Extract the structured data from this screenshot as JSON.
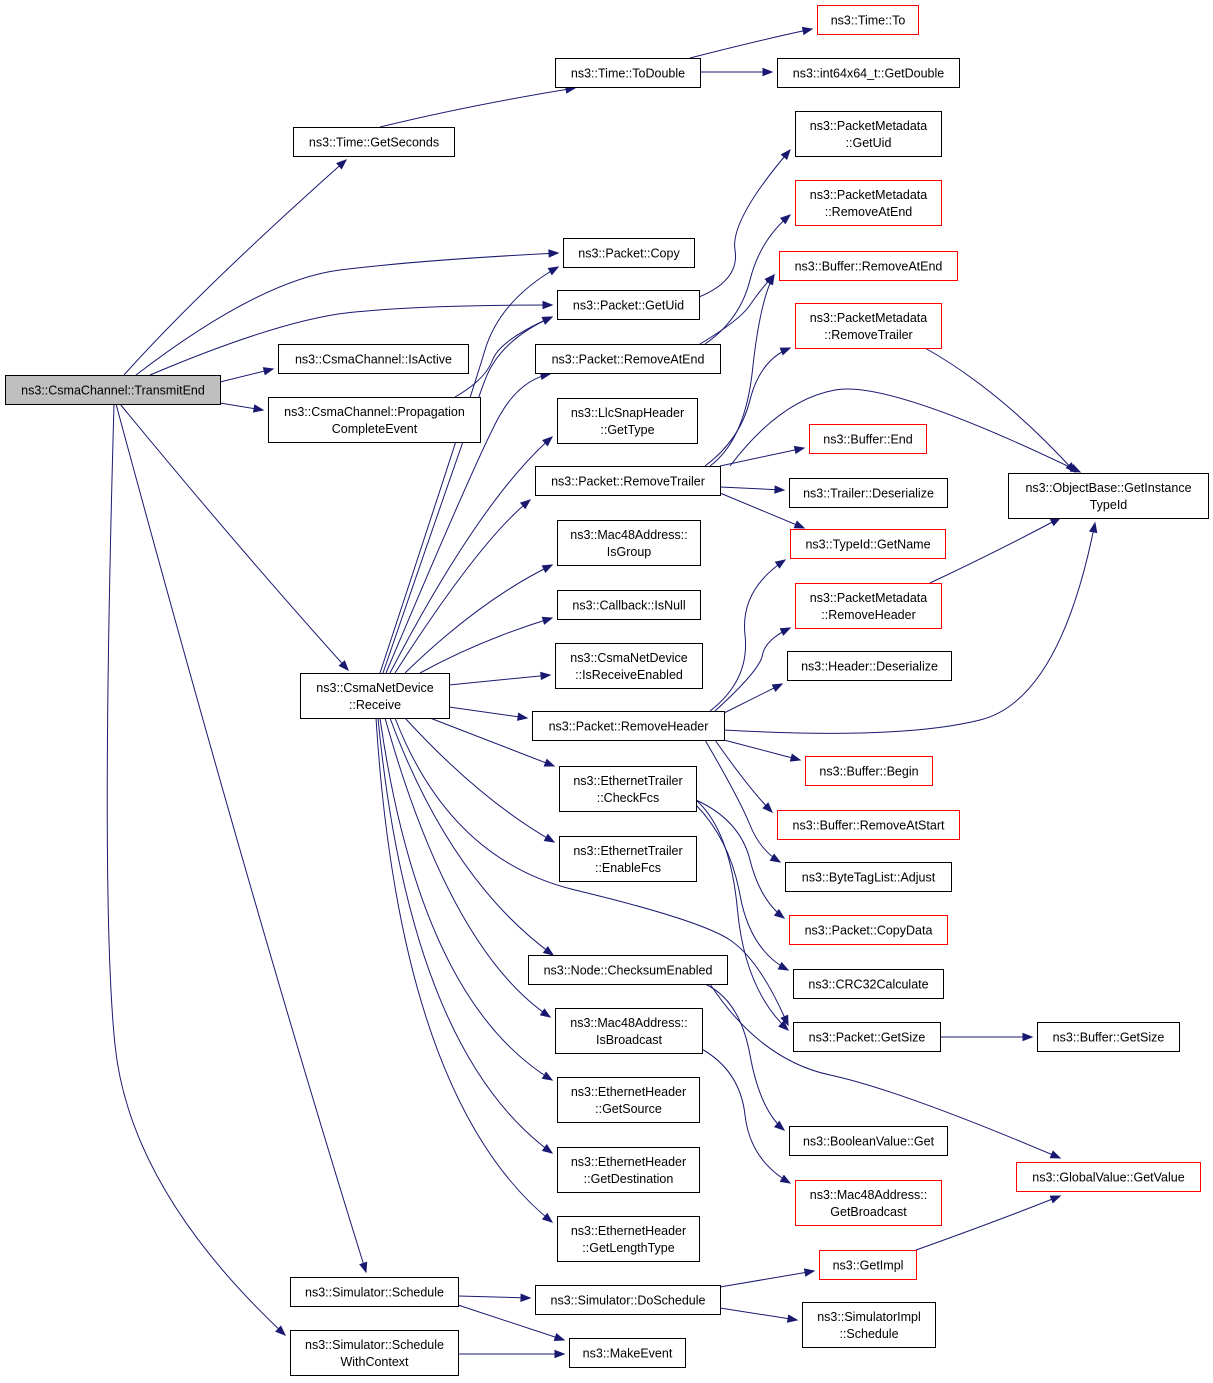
{
  "graph": {
    "nodes": [
      {
        "id": "transmitEnd",
        "lines": [
          "ns3::CsmaChannel::TransmitEnd"
        ],
        "root": true,
        "red": false
      },
      {
        "id": "getSeconds",
        "lines": [
          "ns3::Time::GetSeconds"
        ],
        "red": false
      },
      {
        "id": "toDouble",
        "lines": [
          "ns3::Time::ToDouble"
        ],
        "red": false
      },
      {
        "id": "timeTo",
        "lines": [
          "ns3::Time::To"
        ],
        "red": true
      },
      {
        "id": "int64GetDouble",
        "lines": [
          "ns3::int64x64_t::GetDouble"
        ],
        "red": false
      },
      {
        "id": "packetCopy",
        "lines": [
          "ns3::Packet::Copy"
        ],
        "red": false
      },
      {
        "id": "packetGetUid",
        "lines": [
          "ns3::Packet::GetUid"
        ],
        "red": false
      },
      {
        "id": "pmGetUid",
        "lines": [
          "ns3::PacketMetadata",
          "::GetUid"
        ],
        "red": false
      },
      {
        "id": "pmRemoveAtEnd",
        "lines": [
          "ns3::PacketMetadata",
          "::RemoveAtEnd"
        ],
        "red": true
      },
      {
        "id": "bufRemoveAtEnd",
        "lines": [
          "ns3::Buffer::RemoveAtEnd"
        ],
        "red": true
      },
      {
        "id": "isActive",
        "lines": [
          "ns3::CsmaChannel::IsActive"
        ],
        "red": false
      },
      {
        "id": "pktRemoveAtEnd",
        "lines": [
          "ns3::Packet::RemoveAtEnd"
        ],
        "red": false
      },
      {
        "id": "pmRemoveTrailer",
        "lines": [
          "ns3::PacketMetadata",
          "::RemoveTrailer"
        ],
        "red": true
      },
      {
        "id": "propComplete",
        "lines": [
          "ns3::CsmaChannel::Propagation",
          "CompleteEvent"
        ],
        "red": false
      },
      {
        "id": "llcGetType",
        "lines": [
          "ns3::LlcSnapHeader",
          "::GetType"
        ],
        "red": false
      },
      {
        "id": "bufEnd",
        "lines": [
          "ns3::Buffer::End"
        ],
        "red": true
      },
      {
        "id": "pktRemoveTrailer",
        "lines": [
          "ns3::Packet::RemoveTrailer"
        ],
        "red": false
      },
      {
        "id": "trailerDeser",
        "lines": [
          "ns3::Trailer::Deserialize"
        ],
        "red": false
      },
      {
        "id": "objGetInstance",
        "lines": [
          "ns3::ObjectBase::GetInstance",
          "TypeId"
        ],
        "red": false
      },
      {
        "id": "macIsGroup",
        "lines": [
          "ns3::Mac48Address::",
          "IsGroup"
        ],
        "red": false
      },
      {
        "id": "typeIdGetName",
        "lines": [
          "ns3::TypeId::GetName"
        ],
        "red": true
      },
      {
        "id": "cbIsNull",
        "lines": [
          "ns3::Callback::IsNull"
        ],
        "red": false
      },
      {
        "id": "pmRemoveHeader",
        "lines": [
          "ns3::PacketMetadata",
          "::RemoveHeader"
        ],
        "red": true
      },
      {
        "id": "isRecvEnabled",
        "lines": [
          "ns3::CsmaNetDevice",
          "::IsReceiveEnabled"
        ],
        "red": false
      },
      {
        "id": "headerDeser",
        "lines": [
          "ns3::Header::Deserialize"
        ],
        "red": false
      },
      {
        "id": "csmaReceive",
        "lines": [
          "ns3::CsmaNetDevice",
          "::Receive"
        ],
        "red": false
      },
      {
        "id": "pktRemoveHeader",
        "lines": [
          "ns3::Packet::RemoveHeader"
        ],
        "red": false
      },
      {
        "id": "bufBegin",
        "lines": [
          "ns3::Buffer::Begin"
        ],
        "red": true
      },
      {
        "id": "ethCheckFcs",
        "lines": [
          "ns3::EthernetTrailer",
          "::CheckFcs"
        ],
        "red": false
      },
      {
        "id": "bufRemoveAtStart",
        "lines": [
          "ns3::Buffer::RemoveAtStart"
        ],
        "red": true
      },
      {
        "id": "ethEnableFcs",
        "lines": [
          "ns3::EthernetTrailer",
          "::EnableFcs"
        ],
        "red": false
      },
      {
        "id": "btlAdjust",
        "lines": [
          "ns3::ByteTagList::Adjust"
        ],
        "red": false
      },
      {
        "id": "pktCopyData",
        "lines": [
          "ns3::Packet::CopyData"
        ],
        "red": true
      },
      {
        "id": "checksumEnabled",
        "lines": [
          "ns3::Node::ChecksumEnabled"
        ],
        "red": false
      },
      {
        "id": "crc32",
        "lines": [
          "ns3::CRC32Calculate"
        ],
        "red": false
      },
      {
        "id": "macIsBroadcast",
        "lines": [
          "ns3::Mac48Address::",
          "IsBroadcast"
        ],
        "red": false
      },
      {
        "id": "pktGetSize",
        "lines": [
          "ns3::Packet::GetSize"
        ],
        "red": false
      },
      {
        "id": "bufGetSize",
        "lines": [
          "ns3::Buffer::GetSize"
        ],
        "red": false
      },
      {
        "id": "ethGetSource",
        "lines": [
          "ns3::EthernetHeader",
          "::GetSource"
        ],
        "red": false
      },
      {
        "id": "boolGet",
        "lines": [
          "ns3::BooleanValue::Get"
        ],
        "red": false
      },
      {
        "id": "ethGetDest",
        "lines": [
          "ns3::EthernetHeader",
          "::GetDestination"
        ],
        "red": false
      },
      {
        "id": "globalGetValue",
        "lines": [
          "ns3::GlobalValue::GetValue"
        ],
        "red": true
      },
      {
        "id": "macGetBroadcast",
        "lines": [
          "ns3::Mac48Address::",
          "GetBroadcast"
        ],
        "red": true
      },
      {
        "id": "ethGetLenType",
        "lines": [
          "ns3::EthernetHeader",
          "::GetLengthType"
        ],
        "red": false
      },
      {
        "id": "getImpl",
        "lines": [
          "ns3::GetImpl"
        ],
        "red": true
      },
      {
        "id": "simSchedule",
        "lines": [
          "ns3::Simulator::Schedule"
        ],
        "red": false
      },
      {
        "id": "simDoSchedule",
        "lines": [
          "ns3::Simulator::DoSchedule"
        ],
        "red": false
      },
      {
        "id": "simImplSchedule",
        "lines": [
          "ns3::SimulatorImpl",
          "::Schedule"
        ],
        "red": false
      },
      {
        "id": "simScheduleCtx",
        "lines": [
          "ns3::Simulator::Schedule",
          "WithContext"
        ],
        "red": false
      },
      {
        "id": "makeEvent",
        "lines": [
          "ns3::MakeEvent"
        ],
        "red": false
      }
    ]
  }
}
